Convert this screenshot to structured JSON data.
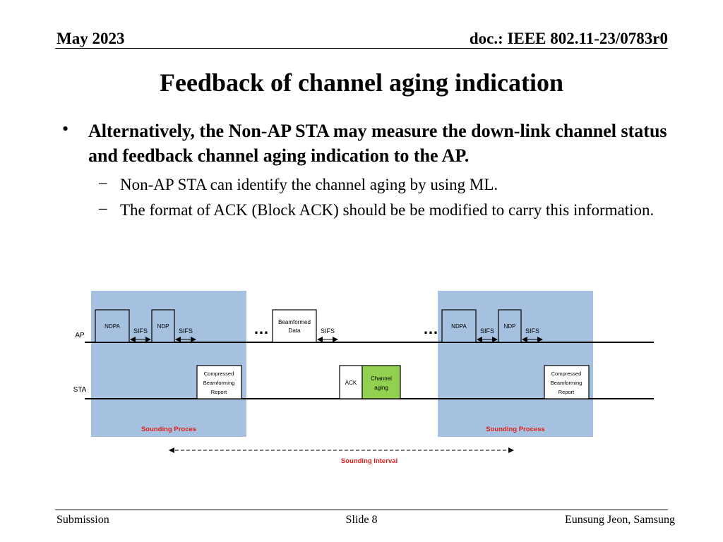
{
  "header": {
    "date": "May 2023",
    "doc": "doc.: IEEE 802.11-23/0783r0"
  },
  "title": "Feedback of channel aging indication",
  "bullet": {
    "text": "Alternatively, the Non-AP STA may measure the down-link channel status and feedback channel aging indication to the AP.",
    "subs": [
      "Non-AP STA can identify the channel aging by using ML.",
      "The format of ACK (Block ACK) should be be modified to carry this information."
    ]
  },
  "diagram": {
    "ap_label": "AP",
    "sta_label": "STA",
    "ndpa": "NDPA",
    "ndp": "NDP",
    "sifs": "SIFS",
    "ellipsis": "…",
    "bf_data_1": "Beamformed",
    "bf_data_2": "Data",
    "cbr_1": "Compressed",
    "cbr_2": "Beamforming",
    "cbr_3": "Report",
    "ack": "ACK",
    "aging_1": "Channel",
    "aging_2": "aging",
    "sounding_left": "Sounding Proces",
    "sounding_right": "Sounding Process",
    "interval": "Sounding Interval",
    "colors": {
      "panel": "#a6c1df",
      "aging": "#92d050",
      "label_red": "#e0201c"
    }
  },
  "footer": {
    "left": "Submission",
    "slide": "Slide 8",
    "author": "Eunsung Jeon, Samsung"
  }
}
